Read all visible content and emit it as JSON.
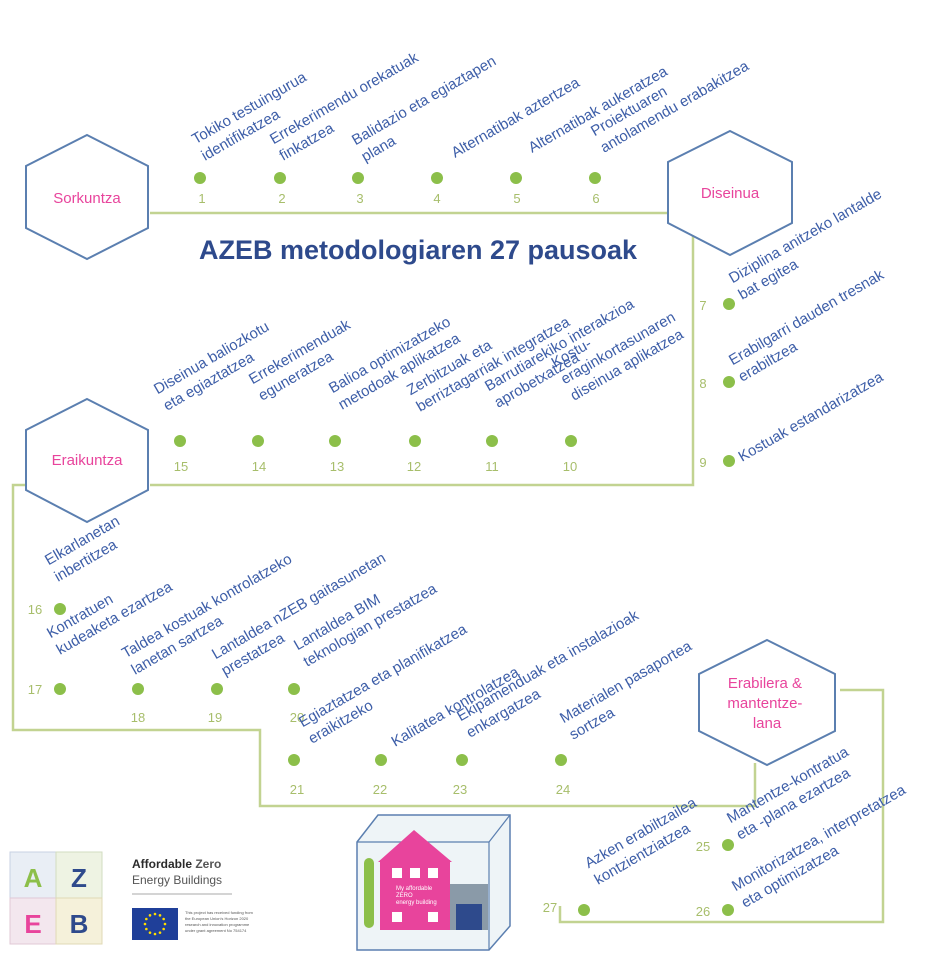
{
  "title": "AZEB metodologiaren 27 pausoak",
  "colors": {
    "path": "#c2d391",
    "dot": "#8cbf4a",
    "hex_stroke": "#5b7fb0",
    "stage_text": "#e8449c",
    "step_text": "#3d5ea8",
    "number": "#a7be6b",
    "title": "#2e4a8c"
  },
  "stages": {
    "sorkuntza": [
      "Sorkuntza"
    ],
    "diseinua": [
      "Diseinua"
    ],
    "eraikuntza": [
      "Eraikuntza"
    ],
    "erabilera": [
      "Erabilera &",
      "mantentze-",
      "lana"
    ]
  },
  "steps": [
    {
      "n": "1",
      "lines": [
        "Tokiko testuingurua",
        "identifikatzea"
      ]
    },
    {
      "n": "2",
      "lines": [
        "Errekerimendu orekatuak",
        "finkatzea"
      ]
    },
    {
      "n": "3",
      "lines": [
        "Balidazio eta egiaztapen",
        "plana"
      ]
    },
    {
      "n": "4",
      "lines": [
        "Alternatibak aztertzea"
      ]
    },
    {
      "n": "5",
      "lines": [
        "Alternatibak aukeratzea"
      ]
    },
    {
      "n": "6",
      "lines": [
        "Proiektuaren",
        "antolamendu erabakitzea"
      ]
    },
    {
      "n": "7",
      "lines": [
        "Diziplina anitzeko lantalde",
        "bat egitea"
      ]
    },
    {
      "n": "8",
      "lines": [
        "Erabilgarri dauden tresnak",
        "erabiltzea"
      ]
    },
    {
      "n": "9",
      "lines": [
        "Kostuak estandarizatzea"
      ]
    },
    {
      "n": "10",
      "lines": [
        "Kostu-",
        "eraginkortasunaren",
        "diseinua aplikatzea"
      ]
    },
    {
      "n": "11",
      "lines": [
        "Barrutiarekiko interakzioa",
        "aprobetxatzea"
      ]
    },
    {
      "n": "12",
      "lines": [
        "Zerbitzuak eta",
        "berriztagarriak integratzea"
      ]
    },
    {
      "n": "13",
      "lines": [
        "Balioa optimizatzeko",
        "metodoak aplikatzea"
      ]
    },
    {
      "n": "14",
      "lines": [
        "Errekerimenduak",
        "eguneratzea"
      ]
    },
    {
      "n": "15",
      "lines": [
        "Diseinua baliozkotu",
        "eta egiaztatzea"
      ]
    },
    {
      "n": "16",
      "lines": [
        "Elkarlanetan",
        "inbertitzea"
      ]
    },
    {
      "n": "17",
      "lines": [
        "Kontratuen",
        "kudeaketa ezartzea"
      ]
    },
    {
      "n": "18",
      "lines": [
        "Taldea kostuak kontrolatzeko",
        "lanetan sartzea"
      ]
    },
    {
      "n": "19",
      "lines": [
        "Lantaldea nZEB gaitasunetan",
        "prestatzea"
      ]
    },
    {
      "n": "20",
      "lines": [
        "Lantaldea BIM",
        "teknologian prestatzea"
      ]
    },
    {
      "n": "21",
      "lines": [
        "Egiaztatzea eta planifikatzea",
        "eraikitzeko"
      ]
    },
    {
      "n": "22",
      "lines": [
        "Kalitatea kontrolatzea"
      ]
    },
    {
      "n": "23",
      "lines": [
        "Ekipamenduak eta instalazioak",
        "enkargatzea"
      ]
    },
    {
      "n": "24",
      "lines": [
        "Materialen pasaportea",
        "sortzea"
      ]
    },
    {
      "n": "25",
      "lines": [
        "Mantentze-kontratua",
        "eta -plana ezartzea"
      ]
    },
    {
      "n": "26",
      "lines": [
        "Monitorizatzea, interpretatzea",
        "eta optimizatzea"
      ]
    },
    {
      "n": "27",
      "lines": [
        "Azken erabiltzailea",
        "kontzientziatzea"
      ]
    }
  ],
  "logo": {
    "letters": [
      "A",
      "Z",
      "E",
      "B"
    ],
    "name_bold": "Affordable",
    "name_rest": " Zero",
    "name_line2": "Energy Buildings",
    "funding": [
      "This project has received funding from",
      "the European Union's Horizon 2020",
      "research and innovation programme",
      "under grant agreement No 754174"
    ]
  },
  "house": {
    "sign": [
      "My affordable",
      "ZERO",
      "energy building"
    ]
  }
}
